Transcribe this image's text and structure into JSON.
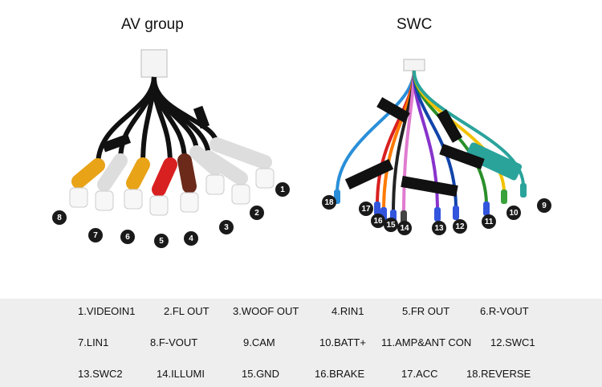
{
  "titles": {
    "av": "AV group",
    "swc": "SWC"
  },
  "badges": [
    "1",
    "2",
    "3",
    "4",
    "5",
    "6",
    "7",
    "8",
    "9",
    "10",
    "11",
    "12",
    "13",
    "14",
    "15",
    "16",
    "17",
    "18"
  ],
  "legend": [
    [
      "1.VIDEOIN1",
      "2.FL OUT",
      "3.WOOF OUT",
      "4.RIN1",
      "5.FR OUT",
      "6.R-VOUT"
    ],
    [
      "7.LIN1",
      "8.F-VOUT",
      "9.CAM",
      "10.BATT+",
      "11.AMP&ANT CON",
      "12.SWC1"
    ],
    [
      "13.SWC2",
      "14.ILLUMI",
      "15.GND",
      "16.BRAKE",
      "17.ACC",
      "18.REVERSE"
    ]
  ],
  "colors": {
    "badge": "#1a1a1a",
    "legend_bg": "#eeeeee",
    "yellow": "#e8a317",
    "red": "#d92020",
    "brown": "#6b2a1a",
    "white": "#f2f2f2",
    "teal": "#2aa39b"
  }
}
